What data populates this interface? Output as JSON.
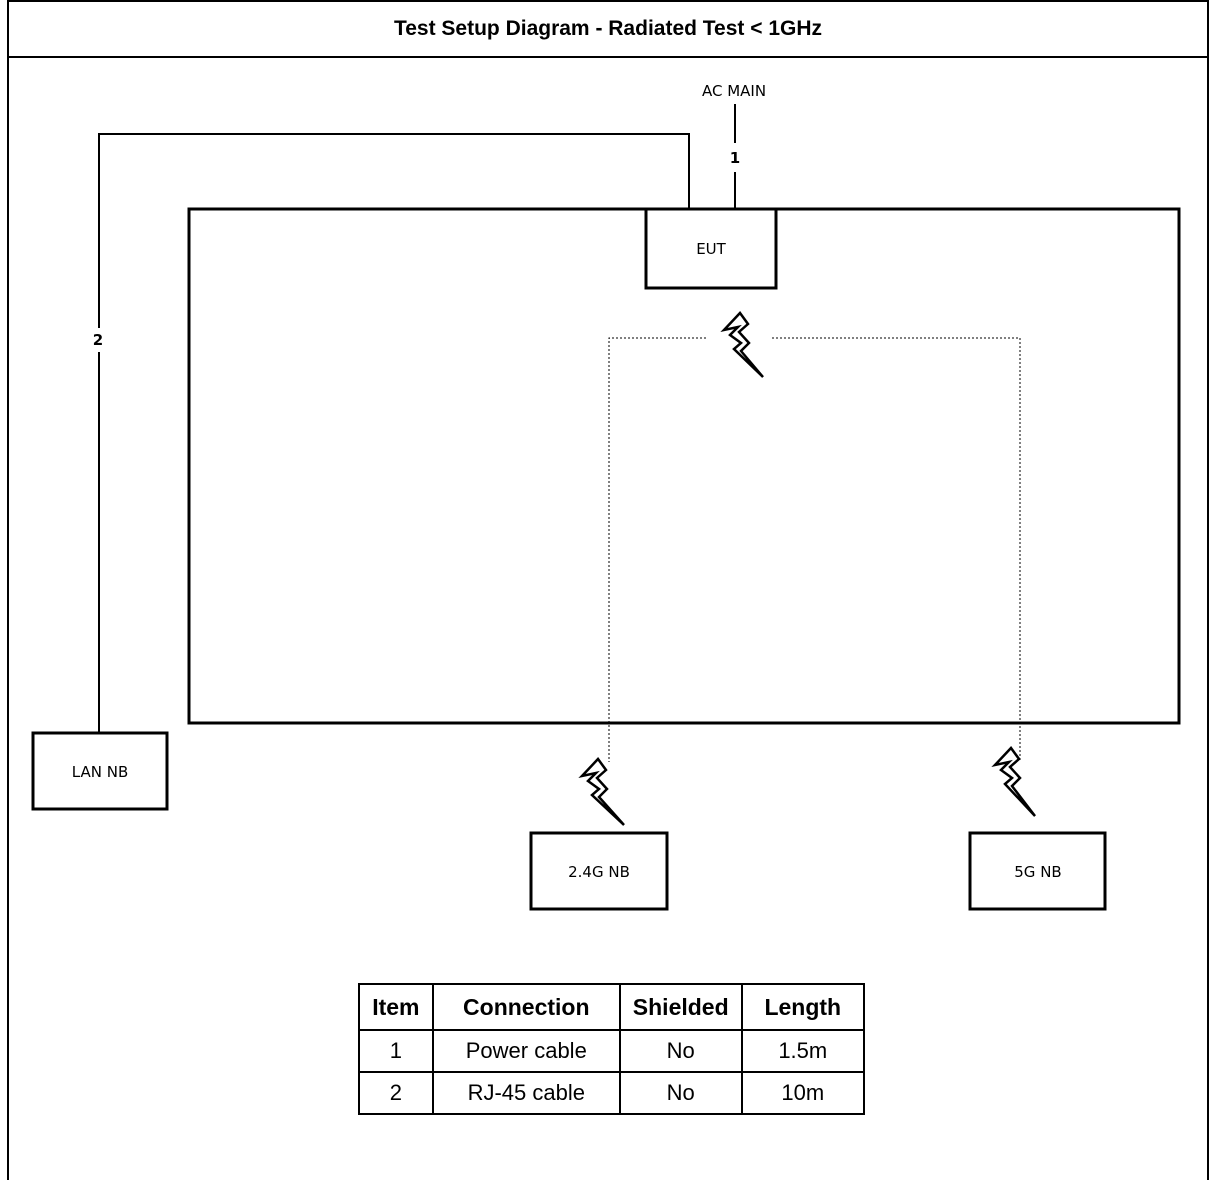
{
  "title": "Test Setup Diagram - Radiated Test < 1GHz",
  "labels": {
    "ac_main": "AC MAIN",
    "cable_1": "1",
    "cable_2": "2",
    "eut": "EUT",
    "lan_nb": "LAN NB",
    "nb_24g": "2.4G NB",
    "nb_5g": "5G NB"
  },
  "table": {
    "headers": [
      "Item",
      "Connection",
      "Shielded",
      "Length"
    ],
    "rows": [
      [
        "1",
        "Power cable",
        "No",
        "1.5m"
      ],
      [
        "2",
        "RJ-45 cable",
        "No",
        "10m"
      ]
    ]
  }
}
